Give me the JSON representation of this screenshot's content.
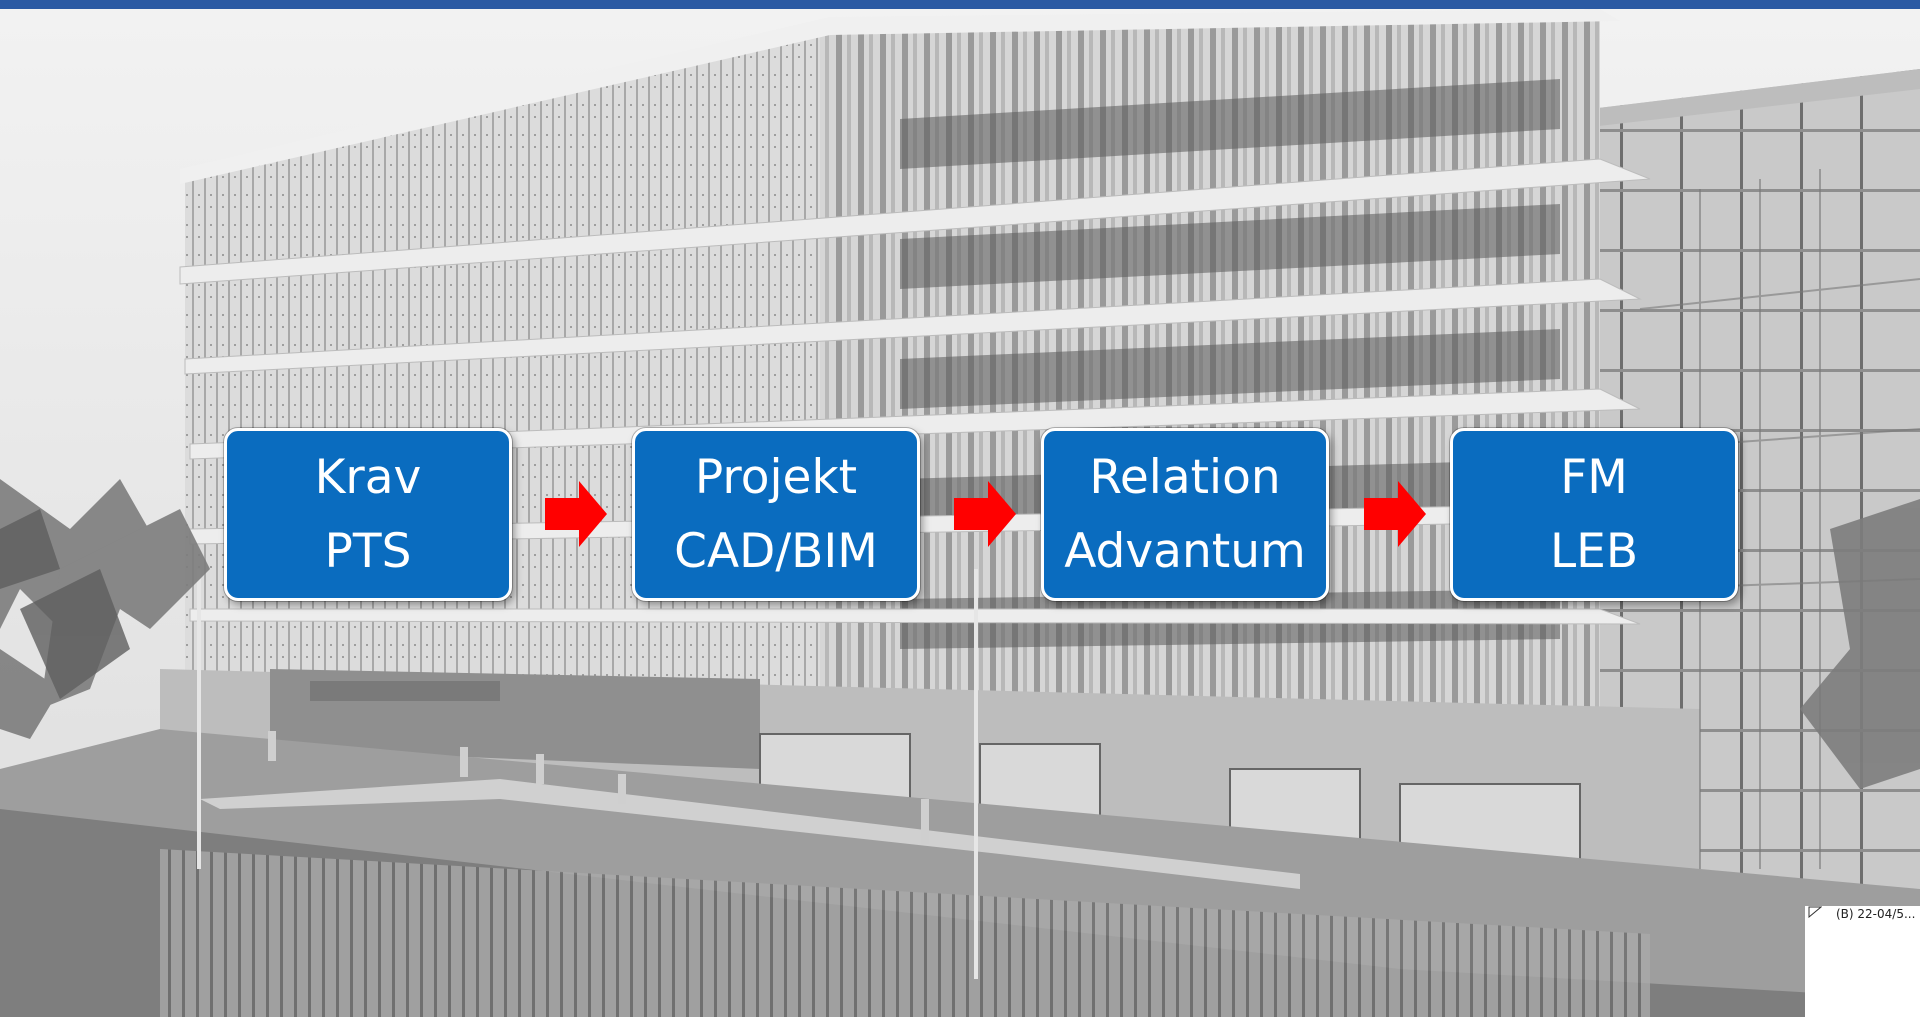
{
  "colors": {
    "accent_bar": "#2b5aa3",
    "box_fill": "#0a6cbf",
    "box_border": "#ffffff",
    "box_text": "#ffffff",
    "arrow": "#ff0000"
  },
  "background": {
    "description_icon": "building-facade-render",
    "stamp_text": "(B) 22-04/5..."
  },
  "flow": [
    {
      "line1": "Krav",
      "line2": "PTS"
    },
    {
      "line1": "Projekt",
      "line2": "CAD/BIM"
    },
    {
      "line1": "Relation",
      "line2": "Advantum"
    },
    {
      "line1": "FM",
      "line2": "LEB"
    }
  ],
  "arrows": [
    "arrow-right-icon",
    "arrow-right-icon",
    "arrow-right-icon"
  ]
}
